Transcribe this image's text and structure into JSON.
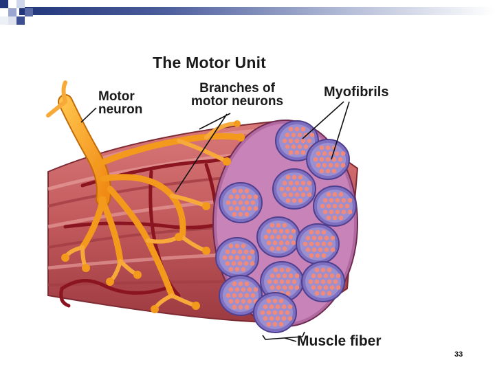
{
  "diagram": {
    "title": "The Motor Unit",
    "labels": {
      "motor_neuron_line1": "Motor",
      "motor_neuron_line2": "neuron",
      "branches_line1": "Branches of",
      "branches_line2": "motor neurons",
      "myofibrils": "Myofibrils",
      "muscle_fiber": "Muscle fiber"
    }
  },
  "slide": {
    "page_number": "33"
  },
  "colors": {
    "neuron": "#f5a623",
    "neuron_highlight": "#ffd37a",
    "muscle": "#c25a5c",
    "muscle_dark": "#8e2f36",
    "vessel": "#8a1420",
    "myofibril_fill": "#9a8fd0",
    "myofibril_dots": "#ef8a7c",
    "accent_bar": "#22357a"
  }
}
